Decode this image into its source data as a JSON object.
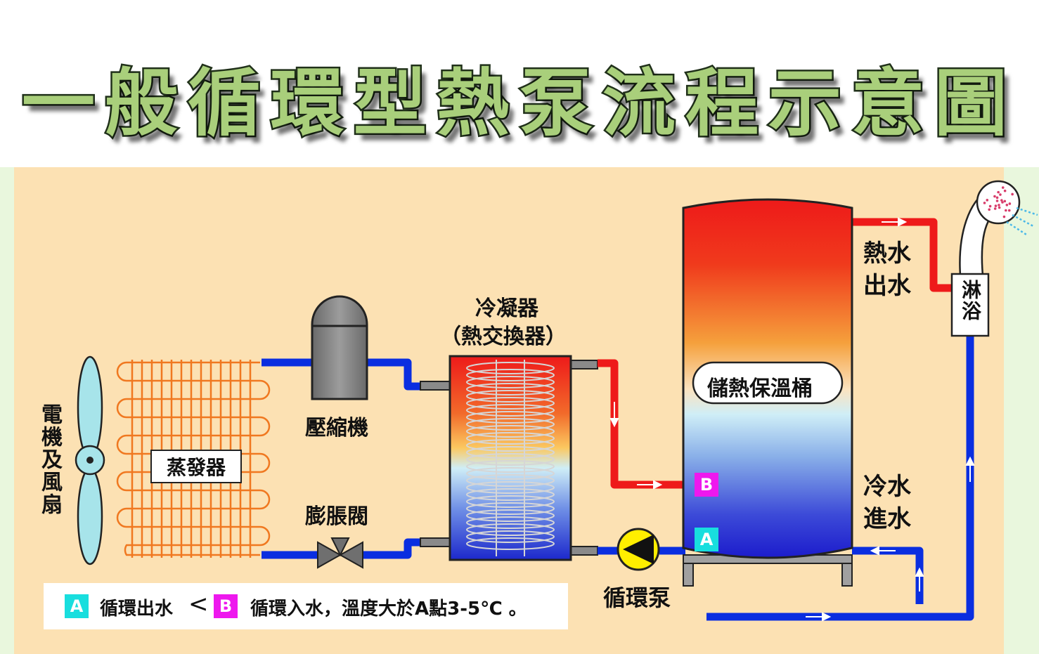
{
  "title": "一般循環型熱泵流程示意圖",
  "components": {
    "fan_motor": "電機及風扇",
    "evaporator": "蒸發器",
    "compressor": "壓縮機",
    "expansion_valve": "膨脹閥",
    "condenser_line1": "冷凝器",
    "condenser_line2": "（熱交換器）",
    "tank": "儲熱保溫桶",
    "pump": "循環泵",
    "shower": "淋浴",
    "hot_water_out": "熱水出水",
    "cold_water_in": "冷水進水"
  },
  "markers": {
    "a": "A",
    "b": "B"
  },
  "legend": {
    "a_badge": "A",
    "a_text": "循環出水",
    "symbol": "<",
    "b_badge": "B",
    "b_text": "循環入水，溫度大於A點3-5℃ 。"
  },
  "colors": {
    "background": "#fce1b3",
    "cold_pipe": "#0a2ee0",
    "hot_pipe": "#ee1a1a",
    "coil": "#f07820",
    "fan": "#a7e4ea",
    "marker_a": "#18dede",
    "marker_b": "#ee18ee",
    "title_fill": "#a9cf7b"
  }
}
